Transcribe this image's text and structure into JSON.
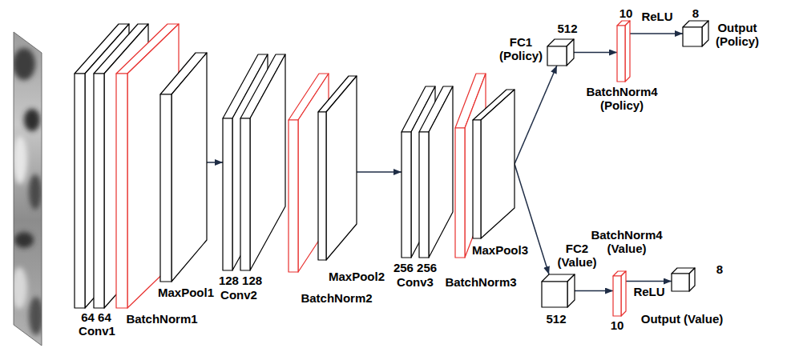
{
  "diagram": {
    "nodes": [
      {
        "text": [
          "64 64",
          "Conv1"
        ]
      },
      {
        "text": [
          "BatchNorm1"
        ]
      },
      {
        "text": [
          "MaxPool1"
        ]
      },
      {
        "text": [
          "128 128",
          "Conv2"
        ]
      },
      {
        "text": [
          "BatchNorm2"
        ]
      },
      {
        "text": [
          "MaxPool2"
        ]
      },
      {
        "text": [
          "256 256",
          "Conv3"
        ]
      },
      {
        "text": [
          "BatchNorm3"
        ]
      },
      {
        "text": [
          "MaxPool3"
        ]
      },
      {
        "text": [
          "FC1 (Policy)",
          "512"
        ]
      },
      {
        "text": [
          "10",
          "BatchNorm4 (Policy)"
        ]
      },
      {
        "text": [
          "8",
          "Output (Policy)"
        ]
      },
      {
        "text": [
          "FC2 (Value)",
          "512"
        ]
      },
      {
        "text": [
          "BatchNorm4 (Value)",
          "10"
        ]
      },
      {
        "text": [
          "8",
          "Output (Value)"
        ]
      }
    ],
    "edges": [
      {
        "from": 2,
        "to": 3,
        "arrow": "to"
      },
      {
        "from": 5,
        "to": 6,
        "arrow": "to"
      },
      {
        "from": 8,
        "to": 9,
        "arrow": "to"
      },
      {
        "from": 8,
        "to": 12,
        "arrow": "to"
      },
      {
        "from": 9,
        "to": 10,
        "arrow": "to"
      },
      {
        "from": 10,
        "to": 11,
        "label": "ReLU",
        "arrow": "to"
      },
      {
        "from": 12,
        "to": 13,
        "arrow": "to"
      },
      {
        "from": 13,
        "to": 14,
        "label": "ReLU",
        "arrow": "to"
      }
    ]
  }
}
